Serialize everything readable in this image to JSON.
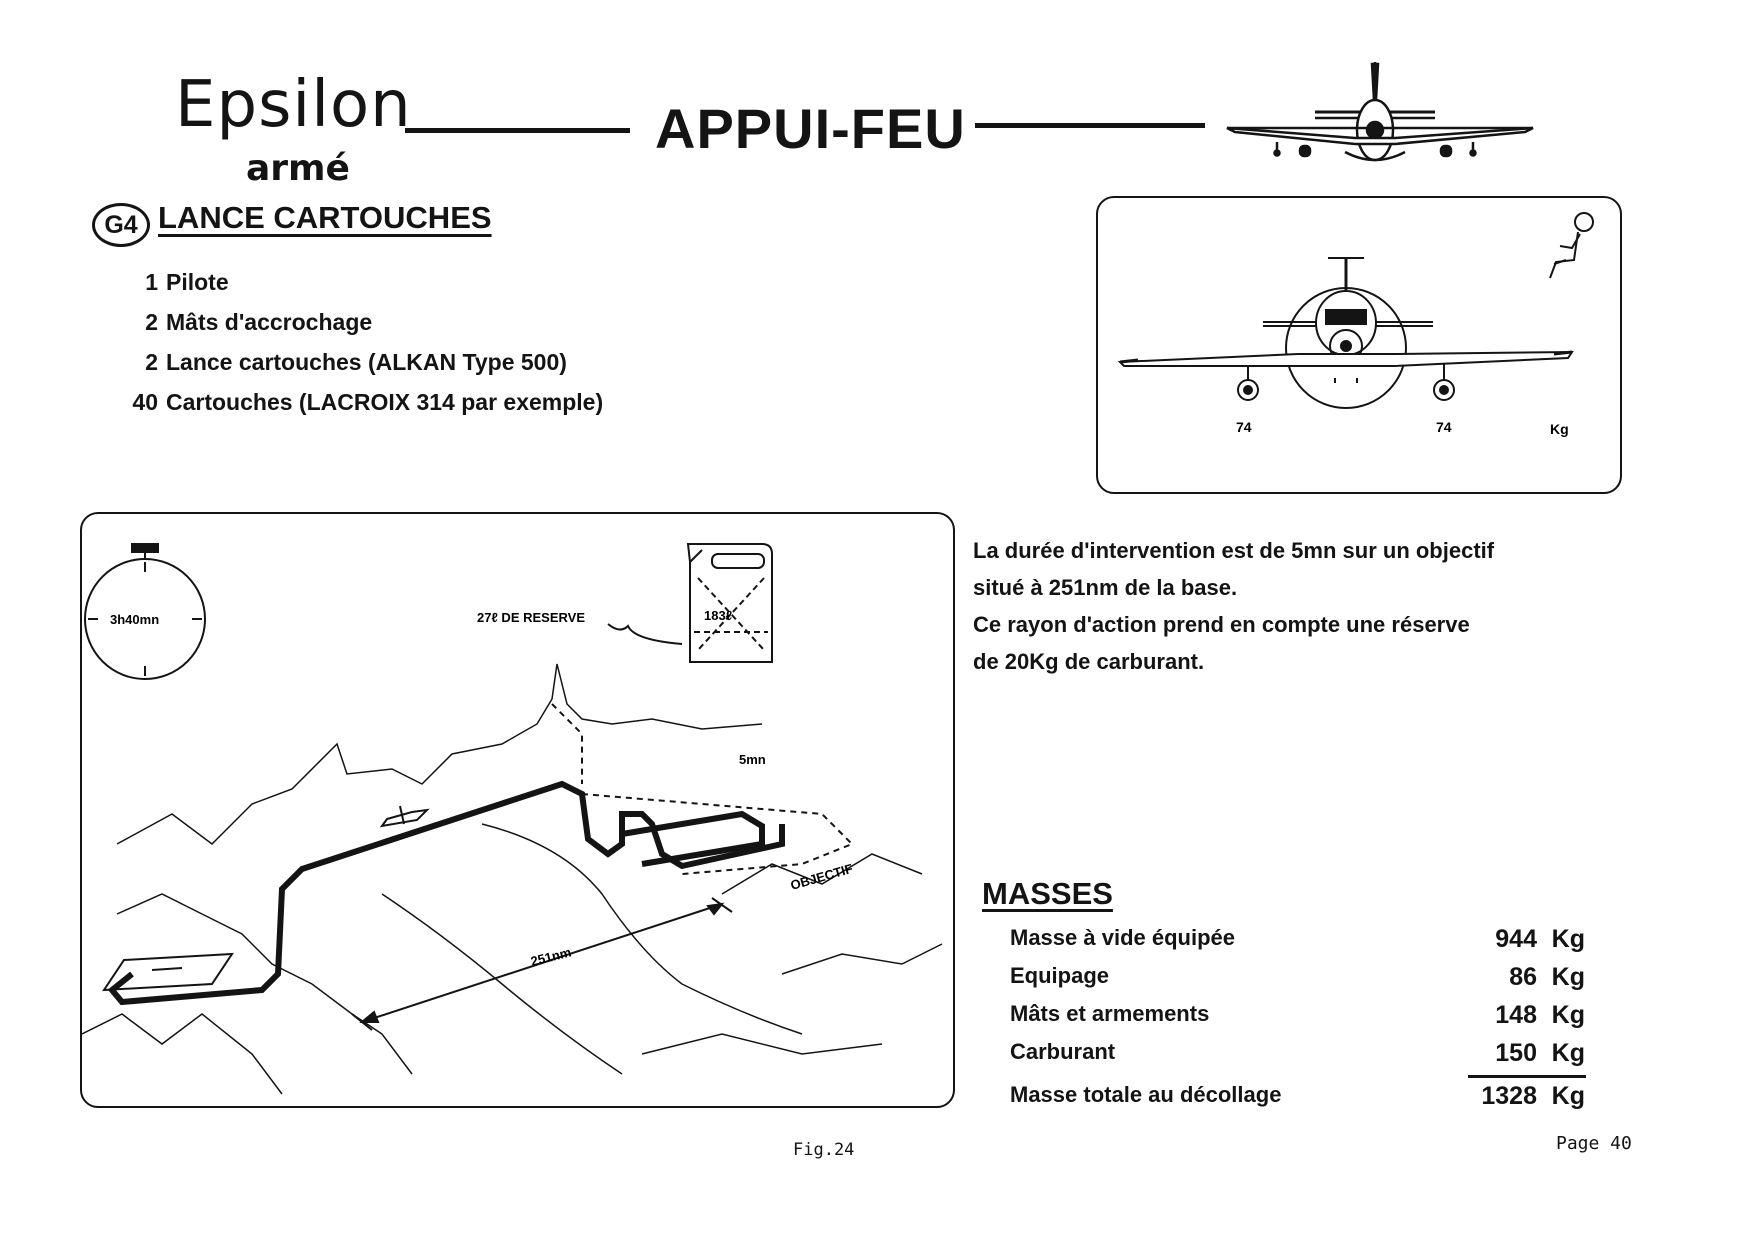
{
  "header": {
    "brand": "Epsilon",
    "brand_sub": "armé",
    "title": "APPUI-FEU"
  },
  "section": {
    "code": "G4",
    "title": "LANCE CARTOUCHES",
    "items": [
      {
        "qty": "1",
        "label": "Pilote"
      },
      {
        "qty": "2",
        "label": "Mâts d'accrochage"
      },
      {
        "qty": "2",
        "label": "Lance cartouches (ALKAN Type 500)"
      },
      {
        "qty": "40",
        "label": "Cartouches (LACROIX 314 par exemple)"
      }
    ]
  },
  "front_view": {
    "left_load": "74",
    "right_load": "74",
    "unit": "Kg"
  },
  "mission_map": {
    "chrono": "3h40mn",
    "reserve_label": "27ℓ DE RESERVE",
    "tank_label": "183ℓ",
    "loiter_time": "5mn",
    "target_label": "OBJECTIF",
    "distance_label": "251nm"
  },
  "description": {
    "line1": "La durée d'intervention est de 5mn sur un objectif",
    "line2": "situé à 251nm de la base.",
    "line3": "Ce rayon d'action prend en compte une réserve",
    "line4": "de 20Kg de carburant."
  },
  "masses": {
    "title": "MASSES",
    "rows": [
      {
        "label": "Masse à vide équipée",
        "value": "944",
        "unit": "Kg"
      },
      {
        "label": "Equipage",
        "value": "86",
        "unit": "Kg"
      },
      {
        "label": "Mâts et armements",
        "value": "148",
        "unit": "Kg"
      },
      {
        "label": "Carburant",
        "value": "150",
        "unit": "Kg"
      }
    ],
    "total": {
      "label": "Masse totale au décollage",
      "value": "1328",
      "unit": "Kg"
    }
  },
  "footer": {
    "figure": "Fig.24",
    "page": "Page 40"
  }
}
